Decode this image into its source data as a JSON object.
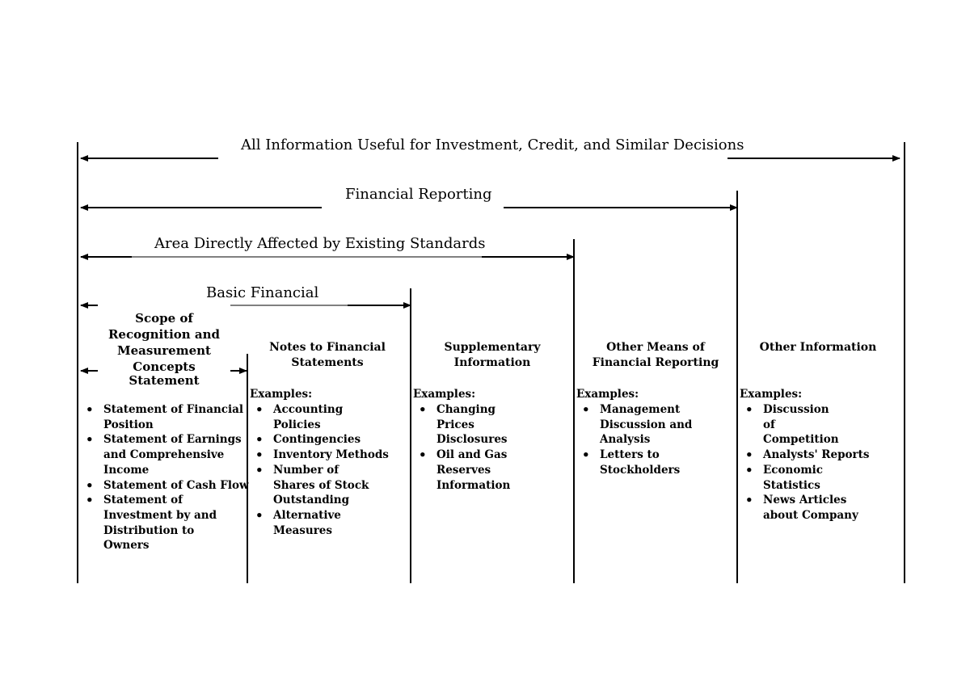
{
  "levels": {
    "all_information": "All Information Useful for Investment, Credit, and Similar Decisions",
    "financial_reporting": "Financial Reporting",
    "area_affected": "Area Directly Affected by Existing Standards",
    "basic_financial": "Basic Financial"
  },
  "columns": {
    "scope": {
      "line1": "Scope of",
      "line2": "Recognition and",
      "line3": "Measurement",
      "line4": "Concepts",
      "line5": "Statement",
      "items": [
        "Statement of Financial Position",
        "Statement of Earnings and Comprehensive Income",
        "Statement of Cash Flow",
        "Statement of Investment by and Distribution to Owners"
      ]
    },
    "notes": {
      "title": "Notes to Financial Statements",
      "examples_label": "Examples:",
      "items": [
        "Accounting Policies",
        "Contingencies",
        "Inventory Methods",
        "Number of Shares of Stock Outstanding",
        "Alternative Measures"
      ]
    },
    "supplementary": {
      "title": "Supplementary Information",
      "examples_label": "Examples:",
      "items": [
        "Changing Prices Disclosures",
        "Oil and Gas Reserves Information"
      ]
    },
    "other_means": {
      "title": "Other Means of Financial Reporting",
      "examples_label": "Examples:",
      "items": [
        "Management Discussion and Analysis",
        "Letters to Stockholders"
      ]
    },
    "other_information": {
      "title": "Other Information",
      "examples_label": "Examples:",
      "items": [
        "Discussion of Competition",
        "Analysts' Reports",
        "Economic Statistics",
        "News Articles about Company"
      ]
    }
  }
}
